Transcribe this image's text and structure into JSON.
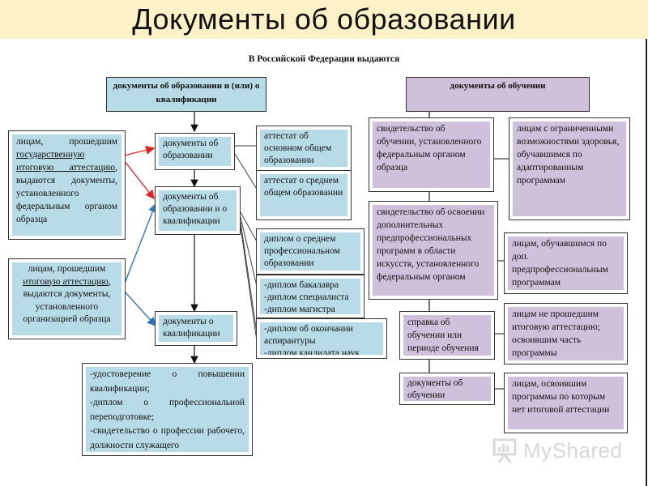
{
  "title": "Документы об образовании",
  "subtitle": "В Российской Федерации выдаются",
  "headers": {
    "education_docs": "документы об образовании и (или) о квалификации",
    "training_docs": "документы об обучении"
  },
  "left_groups": {
    "state_attestation": {
      "prefix": "лицам, прошедшим",
      "underlined": "государственную итоговую аттестацию",
      "suffix": ", выдаются документы, установленного федеральным органом образца"
    },
    "final_attestation": {
      "prefix": "лицам, прошедшим",
      "underlined": "итоговую аттестацию",
      "suffix": ", выдаются документы, установленного организацией образца"
    }
  },
  "center_boxes": {
    "education": "документы об образовании",
    "education_qualification": "документы об образовании и о квалификации",
    "qualification": "документы о квалификации"
  },
  "doc_types": {
    "basic_general": "аттестат об основном общем образовании",
    "secondary_general": "аттестат о среднем общем образовании",
    "secondary_professional": "диплом о среднем профессиональном образовании",
    "higher": "-диплом бакалавра\n-диплом специалиста\n-диплом магистра",
    "postgraduate": "-диплом об окончании аспирантуры\n-диплом кандидата наук",
    "qualification_list": "-удостоверение о повышении квалификации;\n-диплом о профессиональной переподготовке;\n-свидетельство о профессии рабочего, должности служащего"
  },
  "training_column": {
    "certificate_training": "свидетельство об обучении, установленного федеральным органом образца",
    "certificate_additional": "свидетельство об освоении дополнительных предпрофессиональных программ в области искусств, установленного федеральным органом",
    "reference": "справка об обучении или периоде обучения",
    "training_docs": "документы об обучении"
  },
  "recipients": {
    "disabled": "лицам с ограниченными возможностями здоровья, обучавшимся по адаптированным программам",
    "preprofessional": "лицам, обучавшимся по доп. предпрофессиональным программам",
    "not_passed": "лицам не прошедшим итоговую аттестацию; освоившим часть программы",
    "no_attestation": "лицам, освоившим программы по которым нет итоговой аттестации"
  },
  "watermark": "MyShared",
  "colors": {
    "title_band": "#fdf1c8",
    "blue_fill": "#b7dce8",
    "purple_fill": "#cfc0db",
    "red_arrow": "#e02424",
    "blue_arrow": "#2e74c0"
  }
}
